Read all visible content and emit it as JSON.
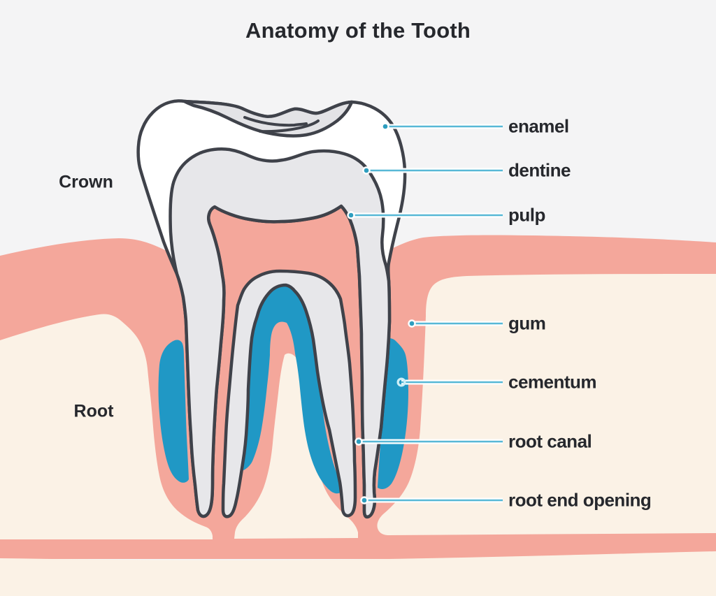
{
  "title": "Anatomy of the Tooth",
  "region_labels": {
    "crown": "Crown",
    "root": "Root"
  },
  "part_labels": {
    "enamel": "enamel",
    "dentine": "dentine",
    "pulp": "pulp",
    "gum": "gum",
    "cementum": "cementum",
    "root_canal": "root canal",
    "root_end_opening": "root end opening"
  },
  "colors": {
    "background_top": "#F4F4F5",
    "bone_cream": "#FBF2E6",
    "gum_pink": "#F4A79B",
    "pulp_pink": "#F4A79B",
    "cementum_blue": "#2098C5",
    "dentine_gray": "#E7E7EA",
    "occlusal_gray": "#E3E3E6",
    "outline_dark": "#3F424A",
    "leader_line_teal": "#57B8D6",
    "leader_dot_teal": "#2E9EBF",
    "text_dark": "#26282D"
  }
}
